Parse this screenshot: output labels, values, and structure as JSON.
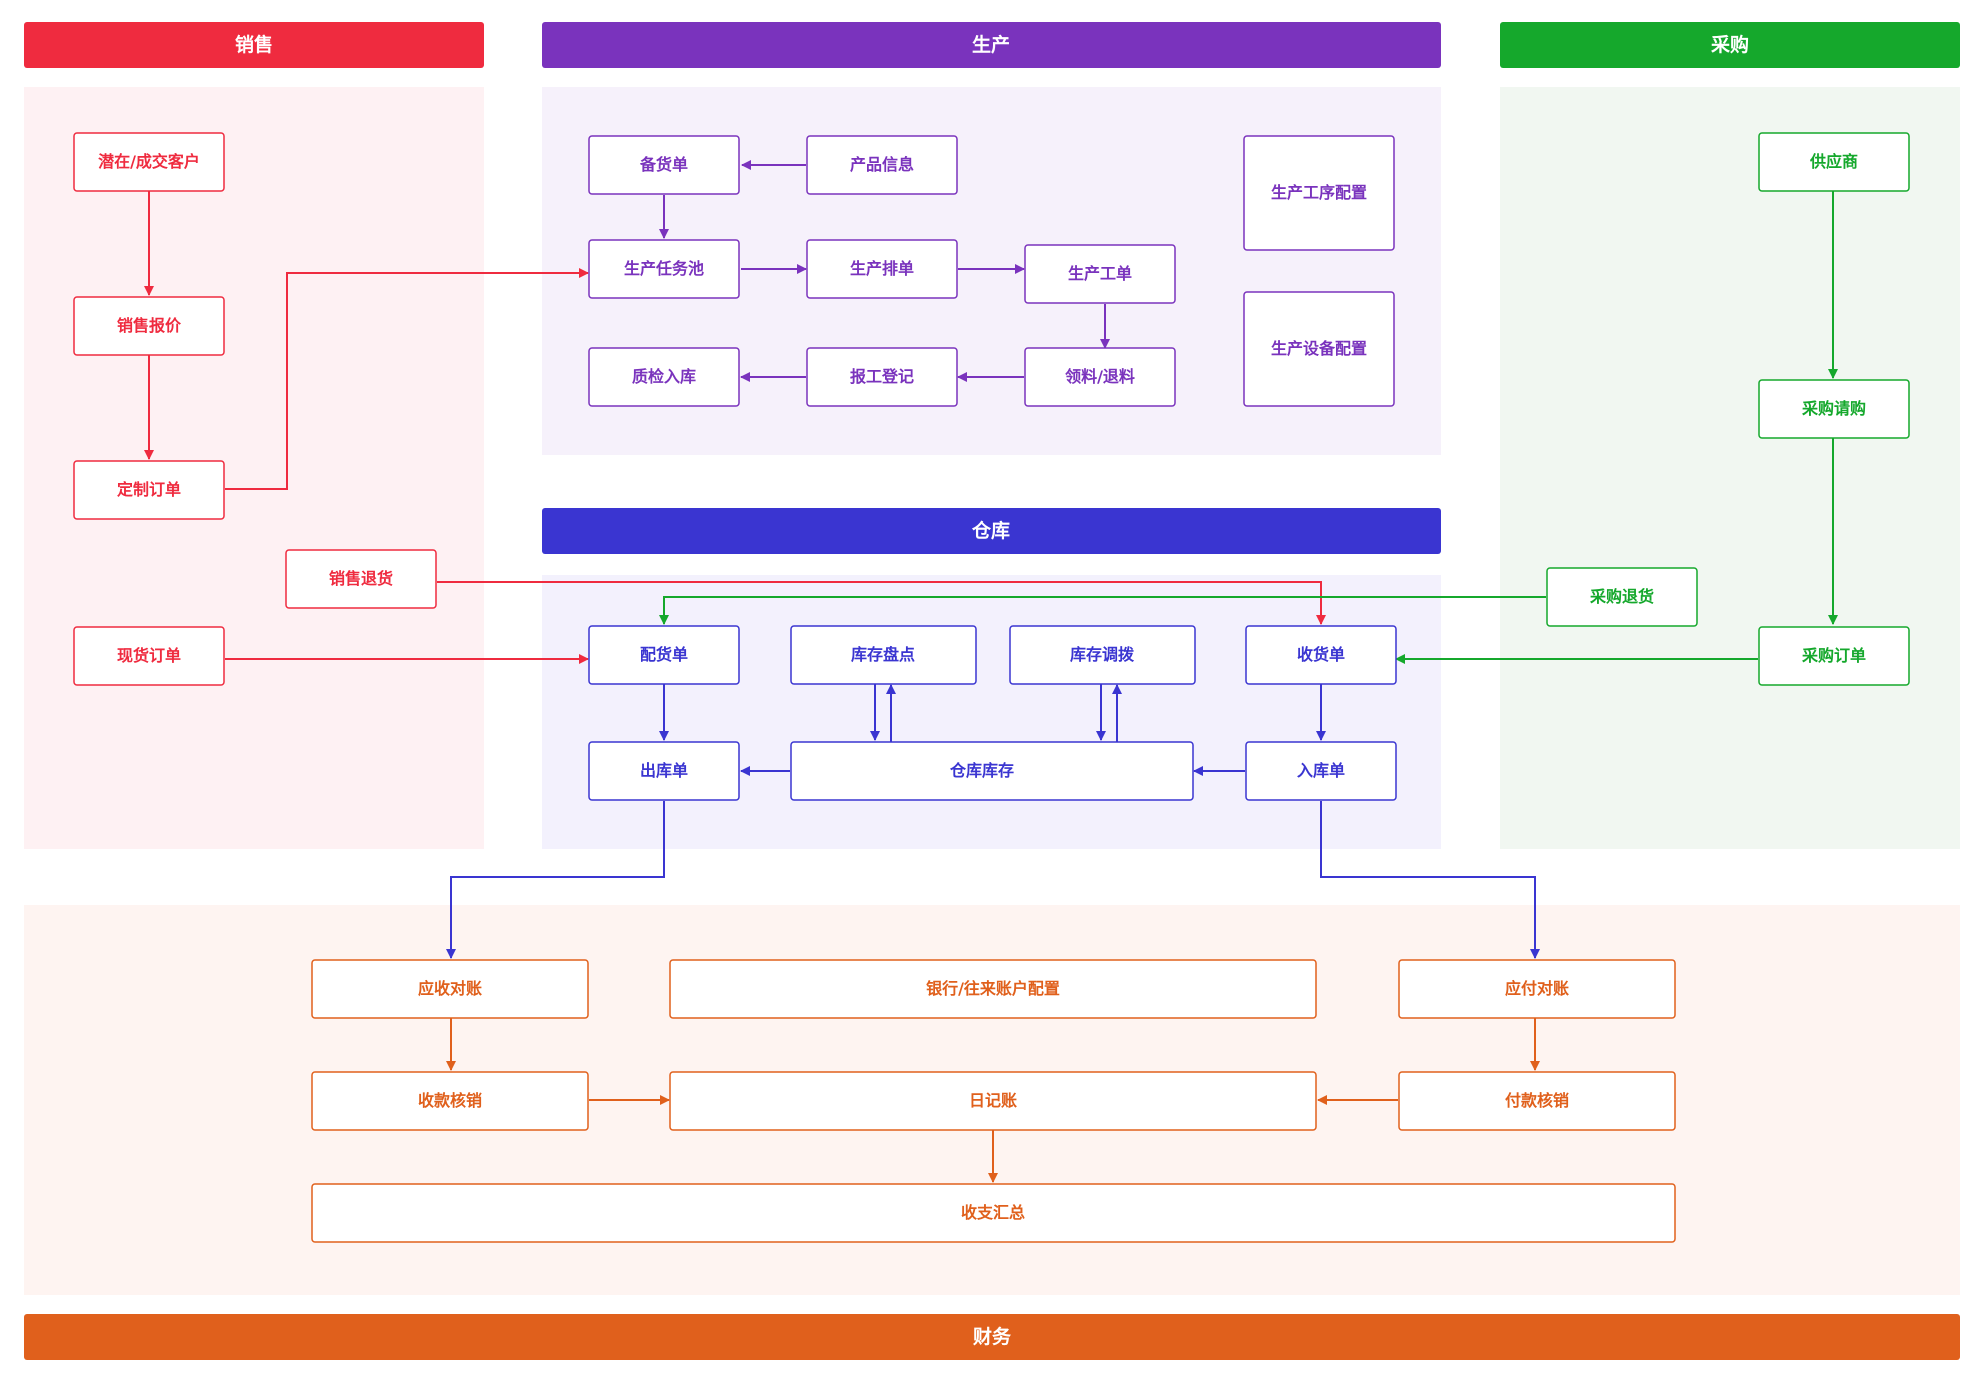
{
  "colors": {
    "sales": "#ef2b3f",
    "production": "#7a33bd",
    "purchase": "#15a82c",
    "warehouse": "#3a35d1",
    "finance": "#e0601c"
  },
  "sections": {
    "sales": "销售",
    "production": "生产",
    "purchase": "采购",
    "warehouse": "仓库",
    "finance": "财务"
  },
  "nodes": {
    "potential_customer": "潜在/成交客户",
    "sales_quote": "销售报价",
    "custom_order": "定制订单",
    "sales_return": "销售退货",
    "spot_order": "现货订单",
    "stock_prep": "备货单",
    "product_info": "产品信息",
    "production_task_pool": "生产任务池",
    "production_schedule": "生产排单",
    "production_work_order": "生产工单",
    "qc_inbound": "质检入库",
    "work_report": "报工登记",
    "material_issue_return": "领料/退料",
    "process_config": "生产工序配置",
    "equipment_config": "生产设备配置",
    "supplier": "供应商",
    "purchase_request": "采购请购",
    "purchase_return": "采购退货",
    "purchase_order": "采购订单",
    "picking_list": "配货单",
    "stock_count": "库存盘点",
    "stock_transfer": "库存调拨",
    "receipt": "收货单",
    "outbound": "出库单",
    "warehouse_stock": "仓库库存",
    "inbound": "入库单",
    "receivable_recon": "应收对账",
    "bank_account_config": "银行/往来账户配置",
    "payable_recon": "应付对账",
    "receipt_writeoff": "收款核销",
    "journal": "日记账",
    "payment_writeoff": "付款核销",
    "income_expense_summary": "收支汇总"
  }
}
